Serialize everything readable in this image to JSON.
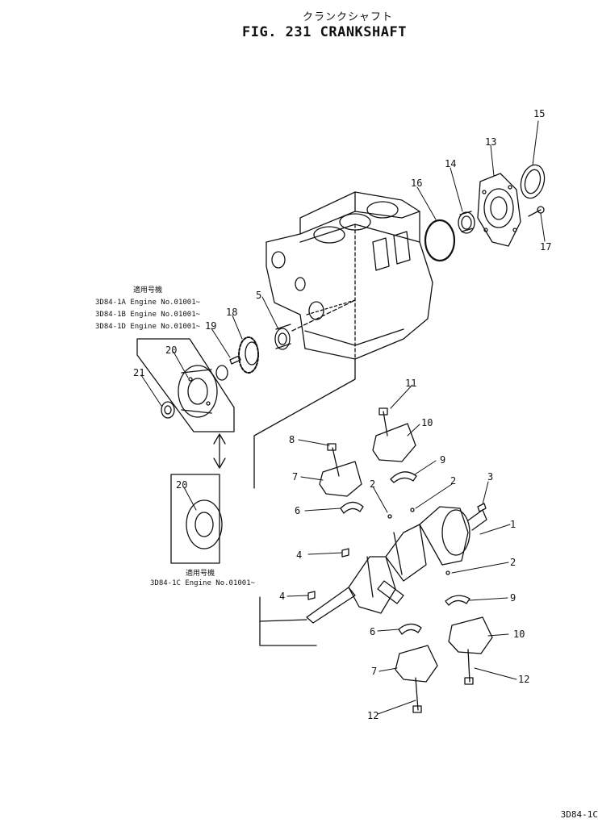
{
  "figure": {
    "title_jp": "クランクシャフト",
    "title": "FIG. 231  CRANKSHAFT",
    "doc_id": "3D84-1C"
  },
  "applicability_upper": {
    "header": "適用号機",
    "lines": [
      "3D84-1A Engine No.01001~",
      "3D84-1B Engine No.01001~",
      "3D84-1D Engine No.01001~"
    ]
  },
  "applicability_lower": {
    "header": "適用号機",
    "lines": [
      "3D84-1C Engine No.01001~"
    ]
  },
  "callouts": {
    "c1": "1",
    "c2a": "2",
    "c2b": "2",
    "c2c": "2",
    "c3": "3",
    "c4a": "4",
    "c4b": "4",
    "c5": "5",
    "c6a": "6",
    "c6b": "6",
    "c7a": "7",
    "c7b": "7",
    "c8": "8",
    "c9a": "9",
    "c9b": "9",
    "c10a": "10",
    "c10b": "10",
    "c11": "11",
    "c12a": "12",
    "c12b": "12",
    "c13": "13",
    "c14": "14",
    "c15": "15",
    "c16": "16",
    "c17": "17",
    "c18": "18",
    "c19": "19",
    "c20a": "20",
    "c20b": "20",
    "c21": "21"
  }
}
